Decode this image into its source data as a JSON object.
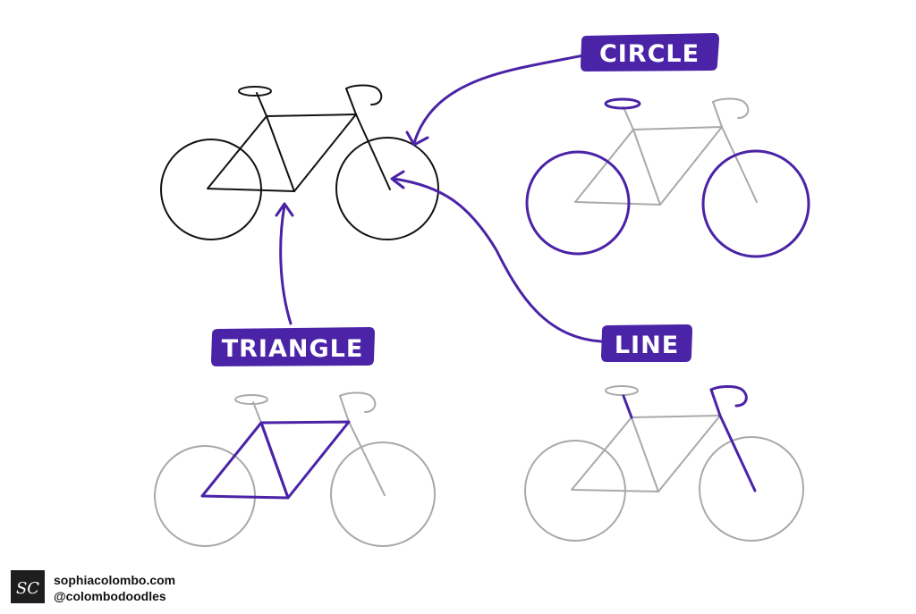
{
  "labels": {
    "circle": "CIRCLE",
    "triangle": "TRIANGLE",
    "line": "LINE"
  },
  "footer": {
    "logo_text": "SC",
    "website": "sophiacolombo.com",
    "handle": "@colombodoodles"
  },
  "colors": {
    "accent": "#4b23a6",
    "ink": "#111111",
    "faded": "#a9a9a9",
    "background": "#ffffff"
  }
}
